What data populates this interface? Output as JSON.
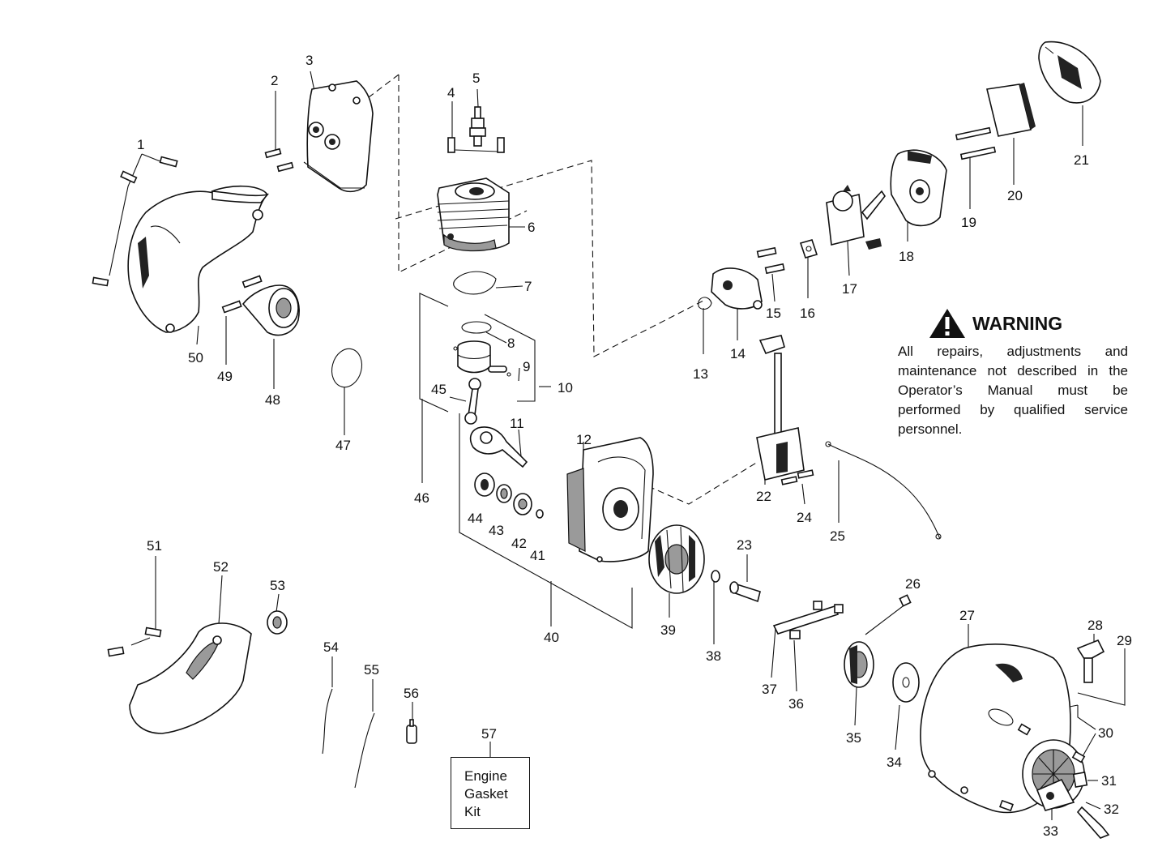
{
  "diagram": {
    "part_numbers": [
      "1",
      "2",
      "3",
      "4",
      "5",
      "6",
      "7",
      "8",
      "9",
      "10",
      "11",
      "12",
      "13",
      "14",
      "15",
      "16",
      "17",
      "18",
      "19",
      "20",
      "21",
      "22",
      "23",
      "24",
      "25",
      "26",
      "27",
      "28",
      "29",
      "30",
      "31",
      "32",
      "33",
      "34",
      "35",
      "36",
      "37",
      "38",
      "39",
      "40",
      "41",
      "42",
      "43",
      "44",
      "45",
      "46",
      "47",
      "48",
      "49",
      "50",
      "51",
      "52",
      "53",
      "54",
      "55",
      "56",
      "57"
    ]
  },
  "warning": {
    "title": "WARNING",
    "text": "All repairs, adjustments and maintenance not described in the Operator’s Manual must be performed by qualified service personnel."
  },
  "kit_box": {
    "lines": [
      "Engine",
      "Gasket",
      "Kit"
    ]
  },
  "icons": {
    "warning": "warning-triangle-icon"
  }
}
